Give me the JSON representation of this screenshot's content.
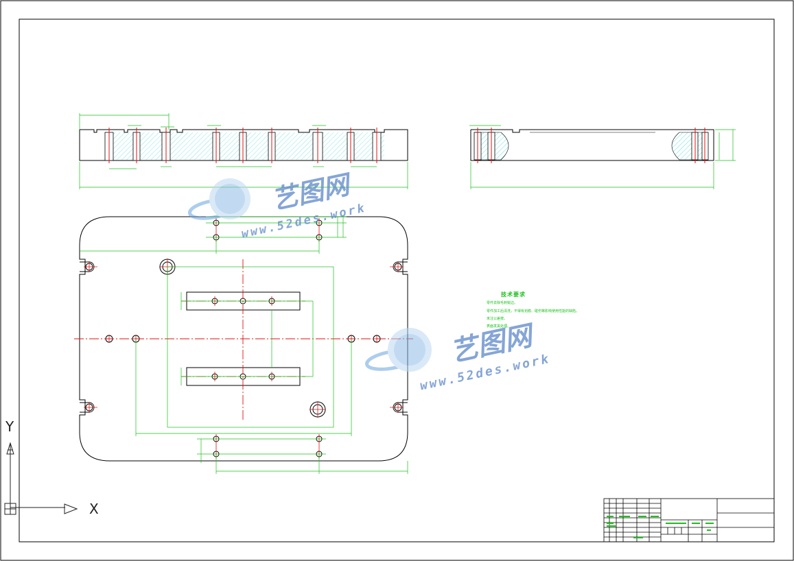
{
  "drawing": {
    "technical_notes_title": "技术要求",
    "technical_notes": [
      "零件去除毛刺锐边。",
      "零件加工后清洗，不得有划痕、碰伤等影响使用性能的缺陷。",
      "未注公差按。",
      "表面发黑处理。"
    ]
  },
  "watermark": {
    "brand_cn": "艺图网",
    "url": "www.52des.work"
  },
  "ucs": {
    "x_label": "X",
    "y_label": "Y"
  },
  "colors": {
    "outline": "#000000",
    "dimension": "#19c119",
    "centerline": "#e01010",
    "hatch": "#00c8c8",
    "watermark": "#5d87c8"
  }
}
